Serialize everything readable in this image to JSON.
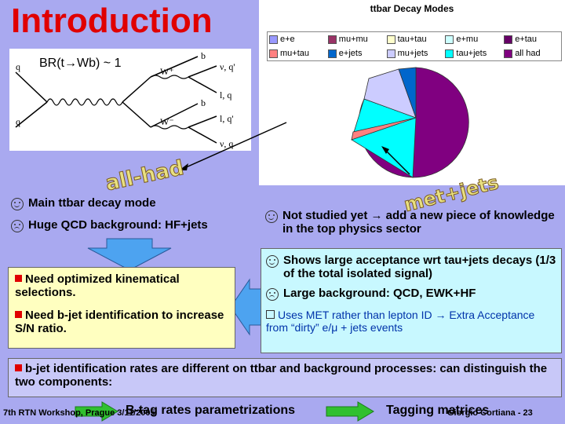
{
  "title": "Introduction",
  "feynman": {
    "br_text": "BR(t→Wb) ~ 1",
    "labels": [
      "q",
      "q",
      "b",
      "W⁺",
      "ν, q'",
      "l, q",
      "b",
      "W⁻",
      "l, q'",
      "ν, q"
    ]
  },
  "chart": {
    "title": "ttbar Decay Modes",
    "type": "pie",
    "legend": [
      {
        "label": "e+e",
        "color": "#9999ff"
      },
      {
        "label": "mu+mu",
        "color": "#993366"
      },
      {
        "label": "tau+tau",
        "color": "#ffffcc"
      },
      {
        "label": "e+mu",
        "color": "#ccffff"
      },
      {
        "label": "e+tau",
        "color": "#660066"
      },
      {
        "label": "mu+tau",
        "color": "#ff8080"
      },
      {
        "label": "e+jets",
        "color": "#0066cc"
      },
      {
        "label": "mu+jets",
        "color": "#ccccff"
      },
      {
        "label": "tau+jets",
        "color": "#00ffff"
      },
      {
        "label": "all had",
        "color": "#800080"
      }
    ]
  },
  "stickers": {
    "left": "all-had",
    "right": "met+jets"
  },
  "left_panel": {
    "item1": "Main ttbar decay mode",
    "item2": "Huge QCD background: HF+jets",
    "box_item1": "Need optimized kinematical selections.",
    "box_item2": "Need b-jet identification to increase S/N ratio."
  },
  "right_panel": {
    "item1": "Not studied yet → add a new piece of knowledge in the top physics sector",
    "item2": "Shows large acceptance wrt tau+jets decays (1/3 of the total isolated signal)",
    "item3": "Large background: QCD, EWK+HF",
    "item4": "Uses MET rather than lepton ID → Extra Acceptance from “dirty” e/μ + jets events"
  },
  "bottom_box": "b-jet identification rates are different on ttbar and background processes: can distinguish the two components:",
  "footer": {
    "left": "7th RTN Workshop, Prague 3/11/2005",
    "middle": "B-tag rates parametrizations",
    "right": "Tagging matrices",
    "author": "Giorgio Cortiana - 23"
  },
  "colors": {
    "title": "#e00000",
    "background": "#a9a9f0",
    "arrow": "#4da3f0"
  }
}
